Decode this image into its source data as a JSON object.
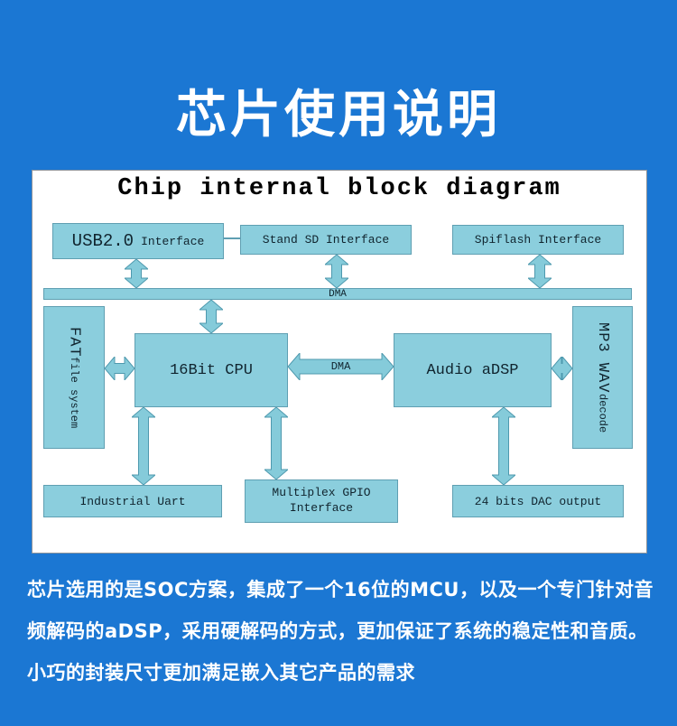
{
  "header": {
    "title": "芯片使用说明"
  },
  "diagram": {
    "title": "Chip internal block diagram",
    "usb_main": "USB2.0",
    "usb_sub": "Interface",
    "sd": "Stand SD Interface",
    "spiflash": "Spiflash Interface",
    "bus_label": "DMA",
    "fat_line1": "FAT",
    "fat_line2": "file system",
    "cpu": "16Bit CPU",
    "link_dma": "DMA",
    "adsp": "Audio aDSP",
    "mp3_line1": "MP3 WAV",
    "mp3_line2": "decode",
    "uart": "Industrial Uart",
    "gpio_line1": "Multiplex GPIO",
    "gpio_line2": "Interface",
    "dac": "24 bits DAC output"
  },
  "description": {
    "line1": "芯片选用的是SOC方案，集成了一个16位的MCU，以及一个专门针对音",
    "line2": "频解码的aDSP，采用硬解码的方式，更加保证了系统的稳定性和音质。",
    "line3": "小巧的封装尺寸更加满足嵌入其它产品的需求"
  },
  "colors": {
    "background": "#1b77d3",
    "panel": "#ffffff",
    "box_fill": "#8bcedd",
    "box_border": "#5f9fb2",
    "title_text": "#ffffff"
  }
}
